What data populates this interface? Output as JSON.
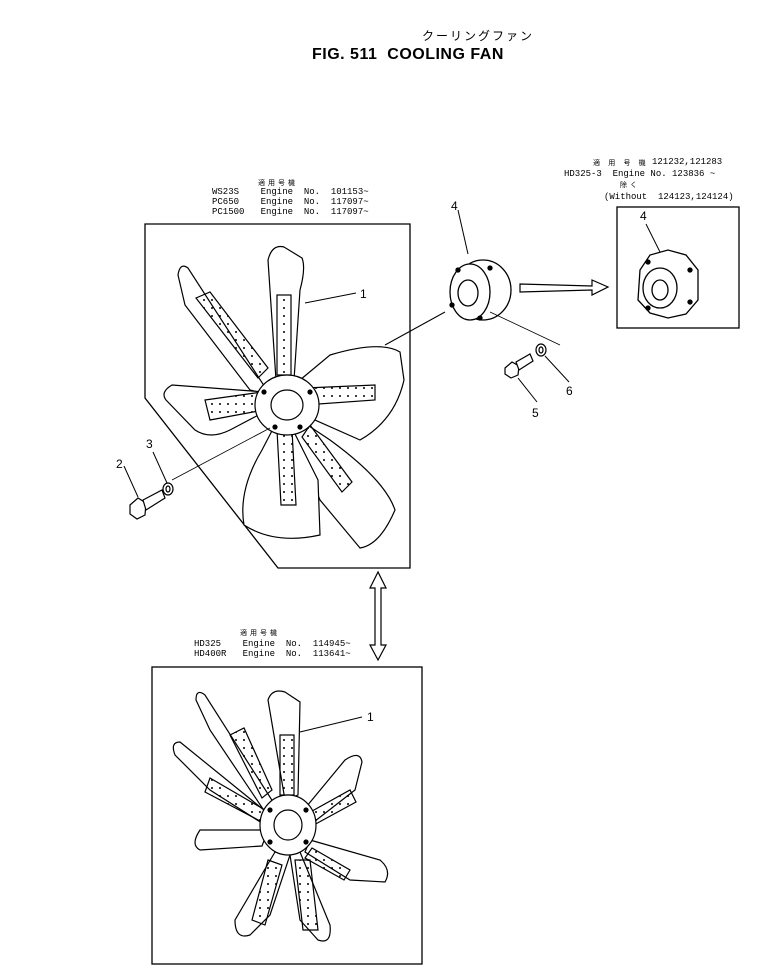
{
  "header": {
    "japanese_title": "クーリングファン",
    "title": "FIG. 511  COOLING FAN"
  },
  "upper_panel": {
    "applicability_label": "適用号機",
    "rows": [
      "WS23S    Engine  No.  101153~",
      "PC650    Engine  No.  117097~",
      "PC1500   Engine  No.  117097~"
    ]
  },
  "side_panel": {
    "applicability_label": "適 用 号 機",
    "serials": "121232,121283",
    "engine_line": "HD325-3  Engine No. 123836 ~",
    "except_label": "除く",
    "without_line": "(Without  124123,124124)"
  },
  "lower_panel": {
    "applicability_label": "適用号機",
    "rows": [
      "HD325    Engine  No.  114945~",
      "HD400R   Engine  No.  113641~"
    ]
  },
  "callouts": {
    "fan_upper": "1",
    "fan_lower": "1",
    "bolt": "2",
    "washer": "3",
    "spacer": "4",
    "spacer_alt": "4",
    "bolt_small": "5",
    "washer_small": "6"
  }
}
